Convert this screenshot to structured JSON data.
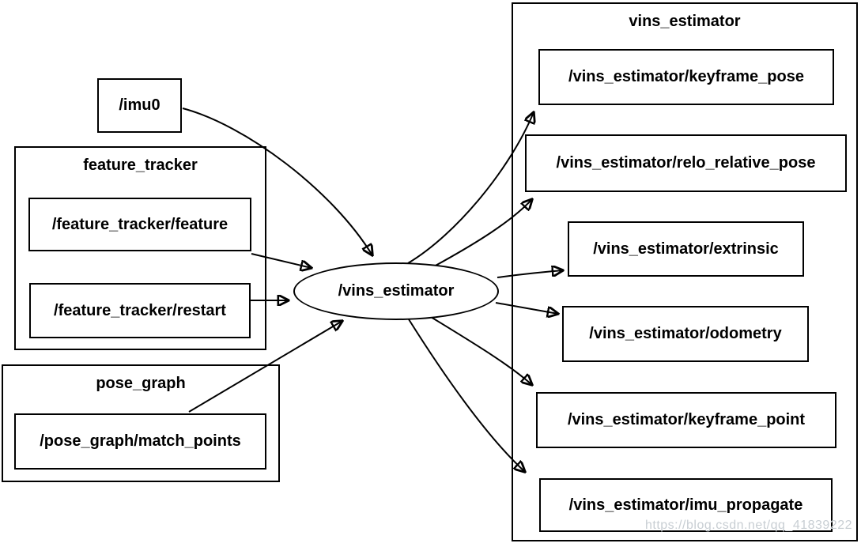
{
  "groups": {
    "feature_tracker": {
      "title": "feature_tracker"
    },
    "pose_graph": {
      "title": "pose_graph"
    },
    "vins_estimator": {
      "title": "vins_estimator"
    }
  },
  "nodes": {
    "imu0": {
      "label": "/imu0"
    },
    "feature_tracker_feature": {
      "label": "/feature_tracker/feature"
    },
    "feature_tracker_restart": {
      "label": "/feature_tracker/restart"
    },
    "pose_graph_match_points": {
      "label": "/pose_graph/match_points"
    },
    "vins_estimator": {
      "label": "/vins_estimator"
    },
    "keyframe_pose": {
      "label": "/vins_estimator/keyframe_pose"
    },
    "relo_relative_pose": {
      "label": "/vins_estimator/relo_relative_pose"
    },
    "extrinsic": {
      "label": "/vins_estimator/extrinsic"
    },
    "odometry": {
      "label": "/vins_estimator/odometry"
    },
    "keyframe_point": {
      "label": "/vins_estimator/keyframe_point"
    },
    "imu_propagate": {
      "label": "/vins_estimator/imu_propagate"
    }
  },
  "edges": [
    {
      "from": "/imu0",
      "to": "/vins_estimator"
    },
    {
      "from": "/feature_tracker/feature",
      "to": "/vins_estimator"
    },
    {
      "from": "/feature_tracker/restart",
      "to": "/vins_estimator"
    },
    {
      "from": "/pose_graph/match_points",
      "to": "/vins_estimator"
    },
    {
      "from": "/vins_estimator",
      "to": "/vins_estimator/keyframe_pose"
    },
    {
      "from": "/vins_estimator",
      "to": "/vins_estimator/relo_relative_pose"
    },
    {
      "from": "/vins_estimator",
      "to": "/vins_estimator/extrinsic"
    },
    {
      "from": "/vins_estimator",
      "to": "/vins_estimator/odometry"
    },
    {
      "from": "/vins_estimator",
      "to": "/vins_estimator/keyframe_point"
    },
    {
      "from": "/vins_estimator",
      "to": "/vins_estimator/imu_propagate"
    }
  ],
  "watermark": {
    "text": "https://blog.csdn.net/qq_41839222",
    "color": "#c8ced3"
  },
  "colors": {
    "stroke": "#000000",
    "background": "#ffffff",
    "node_fill": "#ffffff"
  }
}
